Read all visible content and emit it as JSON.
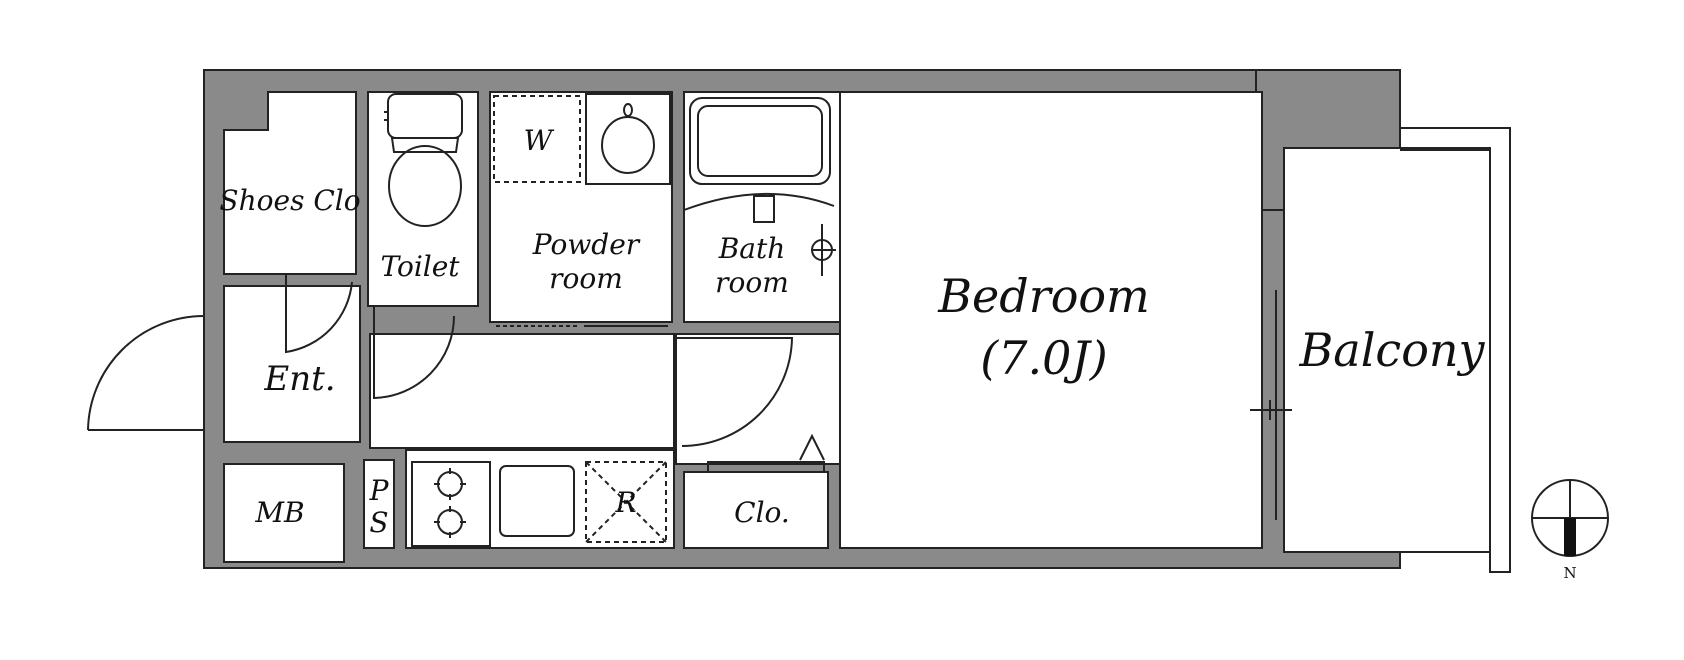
{
  "rooms": {
    "shoes_closet": "Shoes Clo",
    "toilet": "Toilet",
    "washer": "W",
    "powder_room_line1": "Powder",
    "powder_room_line2": "room",
    "bath_room_line1": "Bath",
    "bath_room_line2": "room",
    "bedroom": "Bedroom",
    "bedroom_size": "(7.0J)",
    "balcony": "Balcony",
    "entrance": "Ent.",
    "meter_box": "MB",
    "pipe_space_line1": "P",
    "pipe_space_line2": "S",
    "refrigerator": "R",
    "closet": "Clo."
  },
  "compass": {
    "label": "N",
    "icon": "north-arrow-icon"
  },
  "colors": {
    "wall": "#8a8a8a",
    "line": "#222222",
    "background": "#ffffff"
  }
}
